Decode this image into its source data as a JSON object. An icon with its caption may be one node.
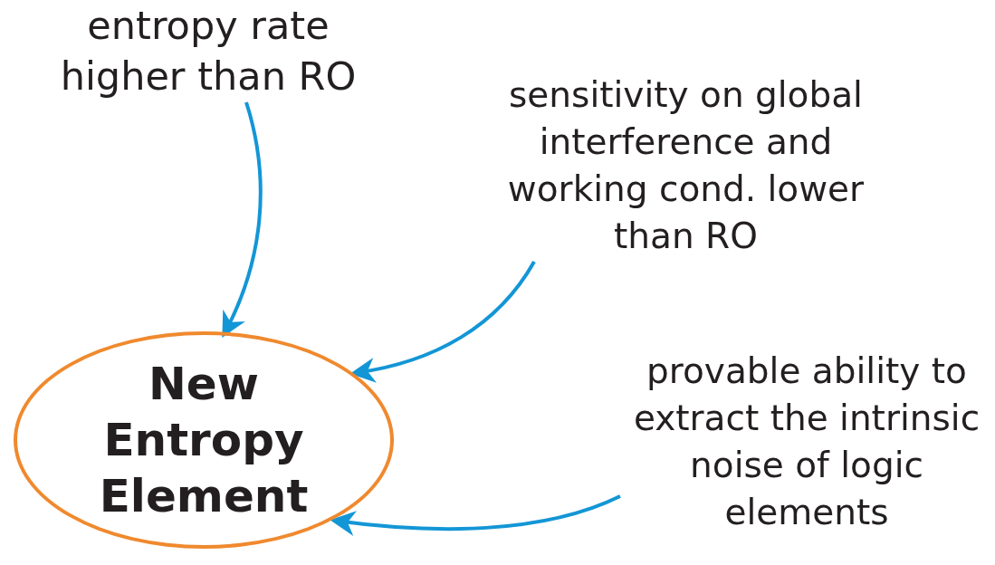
{
  "diagram": {
    "nodes": [
      {
        "text": [
          "New Entropy Element"
        ]
      },
      {
        "text": [
          "entropy rate higher than RO"
        ]
      },
      {
        "text": [
          "sensitivity on global interference and working cond. lower than RO"
        ]
      },
      {
        "text": [
          "provable ability to extract the intrinsic noise of logic elements"
        ]
      }
    ],
    "edges": [
      {
        "from": 1,
        "to": 0,
        "arrow": "to"
      },
      {
        "from": 2,
        "to": 0,
        "arrow": "to"
      },
      {
        "from": 3,
        "to": 0,
        "arrow": "to"
      }
    ]
  }
}
